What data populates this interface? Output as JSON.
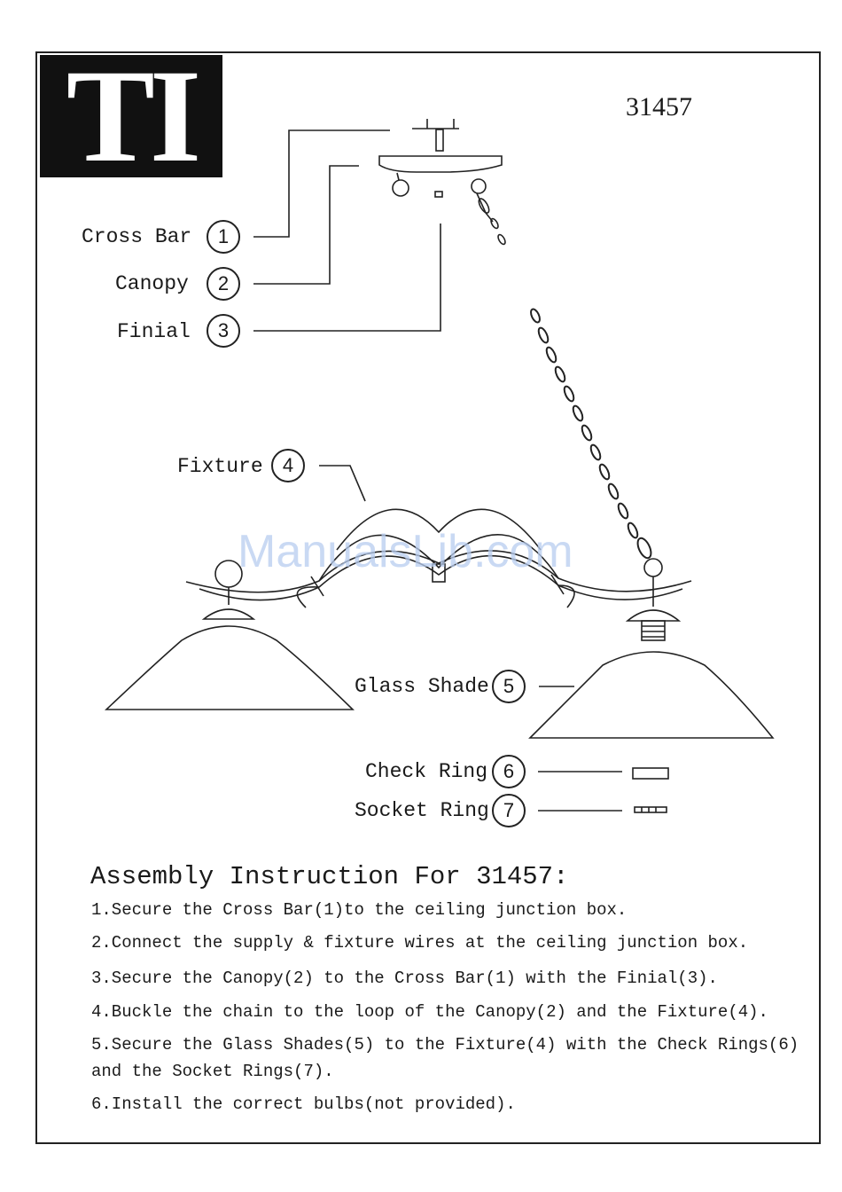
{
  "logo": {
    "text": "TI"
  },
  "model_number": "31457",
  "parts": [
    {
      "name": "Cross Bar",
      "num": "1"
    },
    {
      "name": "Canopy",
      "num": "2"
    },
    {
      "name": "Finial",
      "num": "3"
    },
    {
      "name": "Fixture",
      "num": "4"
    },
    {
      "name": "Glass Shade",
      "num": "5"
    },
    {
      "name": "Check Ring",
      "num": "6"
    },
    {
      "name": "Socket Ring",
      "num": "7"
    }
  ],
  "watermark": "ManualsLib.com",
  "instructions": {
    "title": "Assembly Instruction For 31457:",
    "steps": [
      "1.Secure the Cross Bar(1)to the ceiling junction box.",
      "2.Connect the supply & fixture wires at the ceiling junction box.",
      "3.Secure the Canopy(2) to the Cross Bar(1) with the Finial(3).",
      "4.Buckle the chain to the loop of the Canopy(2) and the Fixture(4).",
      "5.Secure the Glass Shades(5) to the Fixture(4) with the Check Rings(6)",
      "and the Socket Rings(7).",
      "6.Install the correct bulbs(not provided)."
    ]
  }
}
